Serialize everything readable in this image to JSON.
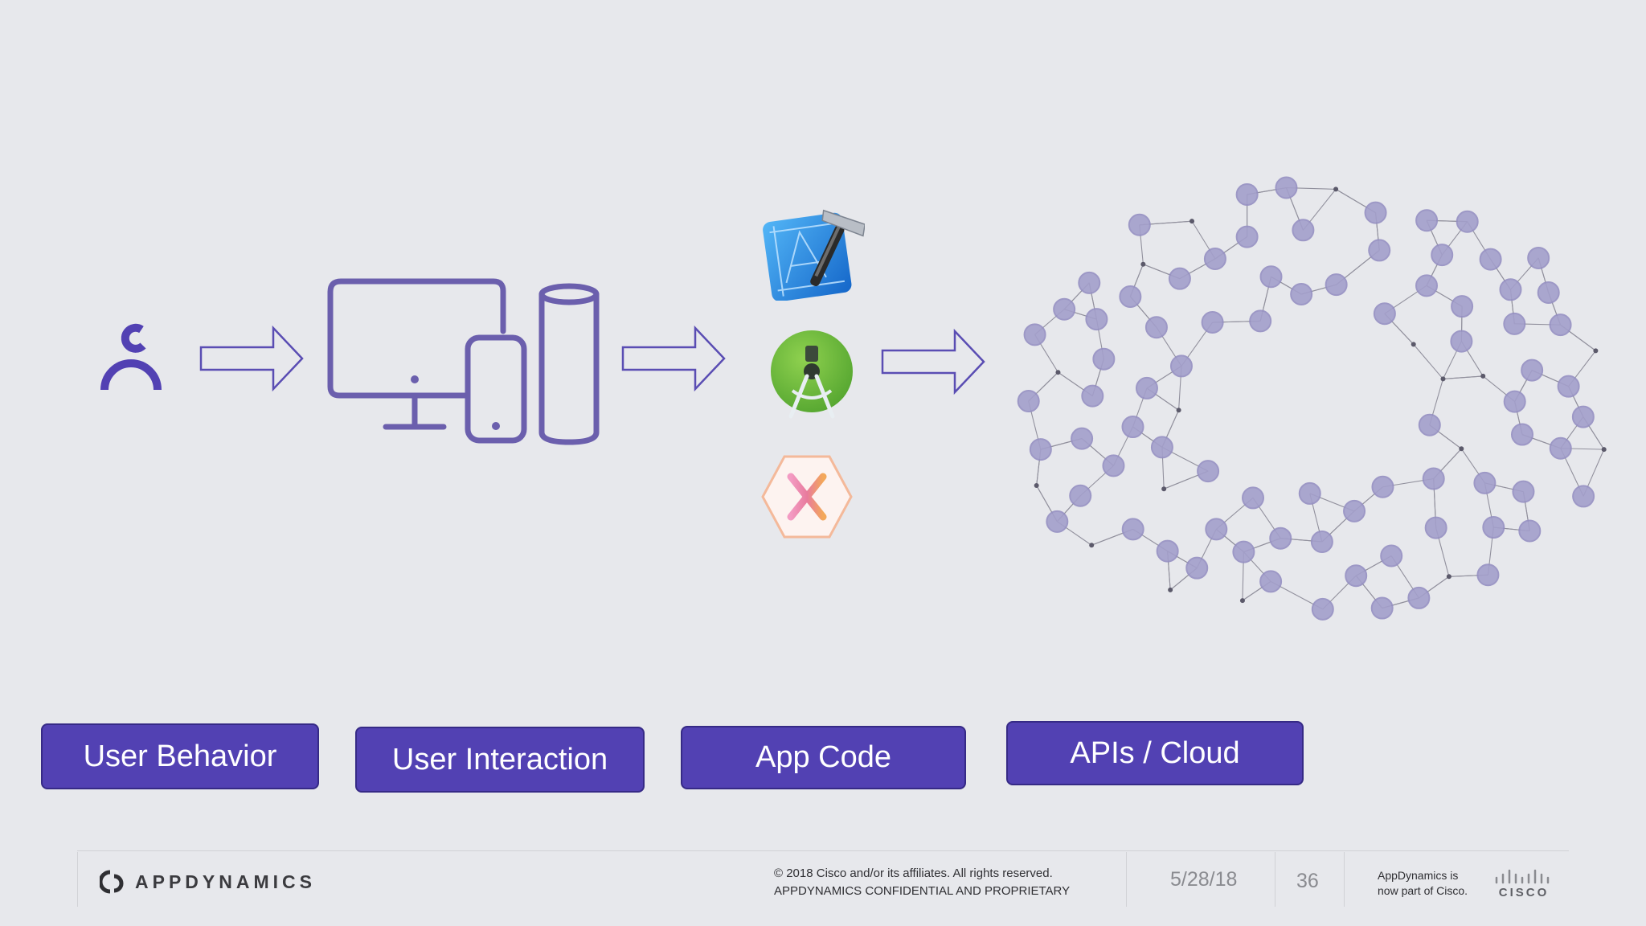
{
  "stages": {
    "user_behavior": "User Behavior",
    "user_interaction": "User Interaction",
    "app_code": "App Code",
    "apis_cloud": "APIs / Cloud"
  },
  "icons": {
    "user": "person-icon",
    "devices": "devices-icon",
    "xcode": "xcode-icon",
    "android_studio": "android-studio-icon",
    "xamarin": "xamarin-icon",
    "network": "network-graph-icon",
    "arrow": "right-arrow-icon"
  },
  "colors": {
    "accent": "#5241b3",
    "icon_stroke": "#6b5fad",
    "node_fill": "#a39fcb",
    "background": "#e7e8ec"
  },
  "footer": {
    "brand": "APPDYNAMICS",
    "copyright_line1": "© 2018 Cisco and/or its affiliates. All rights reserved.",
    "copyright_line2": "APPDYNAMICS CONFIDENTIAL AND PROPRIETARY",
    "date": "5/28/18",
    "page": "36",
    "cisco_note_line1": "AppDynamics is",
    "cisco_note_line2": "now part of Cisco.",
    "cisco_logo_text": "CISCO"
  }
}
